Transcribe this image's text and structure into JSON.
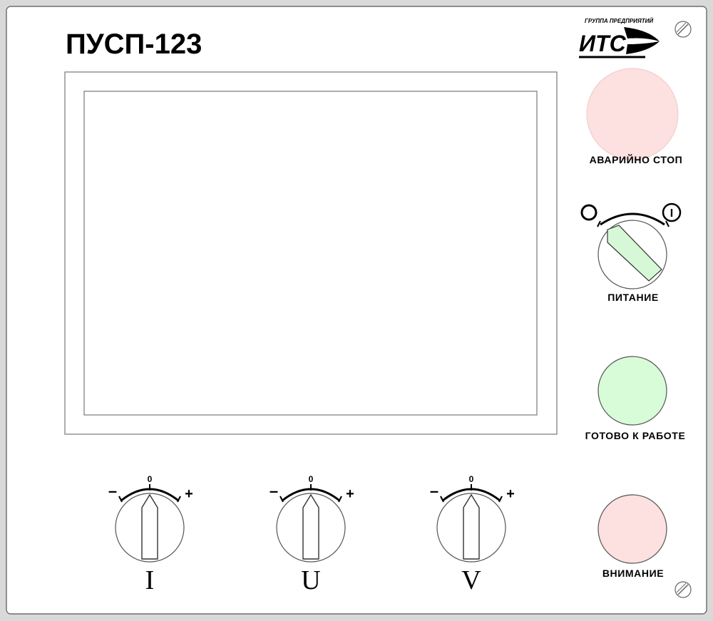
{
  "panel": {
    "title": "ПУСП-123",
    "colors": {
      "background": "#d9d9d9",
      "face": "#ffffff",
      "outline": "#555555",
      "emergency": "#fde0e0",
      "ready": "#d8fbd8",
      "attention": "#fde0e0",
      "power_handle": "#d6f8d6"
    }
  },
  "logo": {
    "caption": "ГРУППА ПРЕДПРИЯТИЙ",
    "text": "ИТС",
    "icon": "its-logo-icon"
  },
  "controls": {
    "emergency_stop": {
      "label": "АВАРИЙНО СТОП"
    },
    "power_switch": {
      "label": "ПИТАНИЕ",
      "off_symbol": "O",
      "on_symbol": "I"
    },
    "ready_lamp": {
      "label": "ГОТОВО К РАБОТЕ"
    },
    "attention_lamp": {
      "label": "ВНИМАНИЕ"
    }
  },
  "knobs": [
    {
      "label": "I",
      "zero": "0",
      "minus": "–",
      "plus": "+"
    },
    {
      "label": "U",
      "zero": "0",
      "minus": "–",
      "plus": "+"
    },
    {
      "label": "V",
      "zero": "0",
      "minus": "–",
      "plus": "+"
    }
  ]
}
